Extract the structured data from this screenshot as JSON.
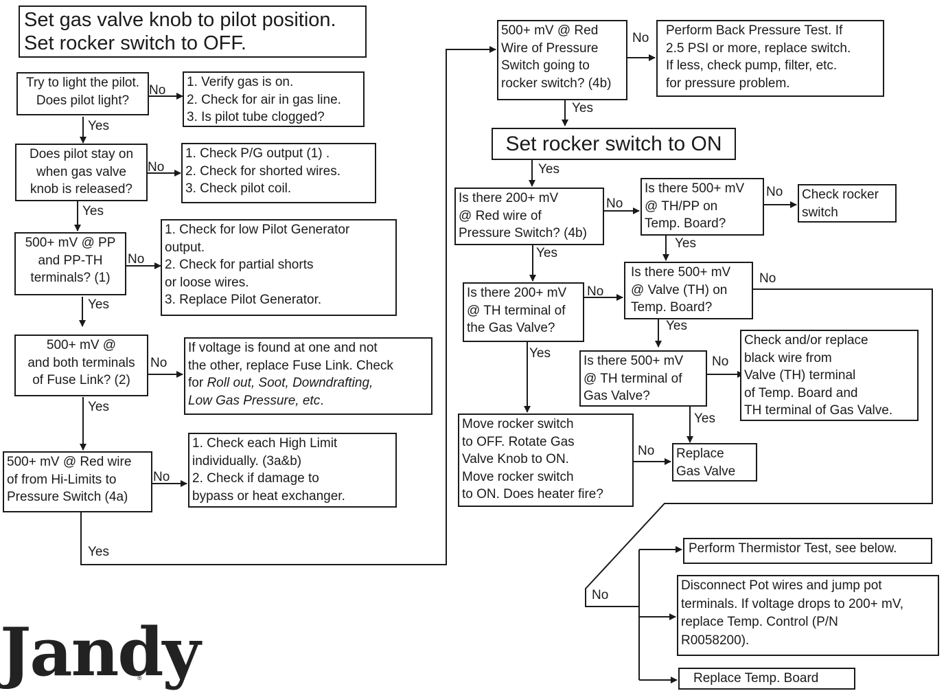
{
  "title_box": "Set gas valve knob to pilot position.\nSet rocker switch to OFF.",
  "left_column": {
    "q1": "Try to light the pilot.\nDoes pilot light?",
    "a1": "1. Verify gas is on.\n2. Check for air in gas line.\n3. Is pilot tube clogged?",
    "q2": "Does pilot stay on\nwhen gas valve\nknob is released?",
    "a2": "1. Check P/G output (1) .\n2. Check for shorted wires.\n3. Check pilot coil.",
    "q3": "500+ mV @ PP\nand PP-TH\nterminals? (1)",
    "a3": "   1. Check for low Pilot Generator\noutput.\n   2. Check for partial shorts\nor loose wires.\n   3. Replace Pilot Generator.",
    "q4": "500+ mV @\nand both terminals\nof Fuse Link? (2)",
    "a4_line1": "If voltage is found at one and not",
    "a4_line2": "the other, replace Fuse Link. Check",
    "a4_for": "for ",
    "a4_italic1": "Roll out, Soot, Downdrafting,",
    "a4_italic2": "Low Gas Pressure, etc",
    "a4_end": ".",
    "q5": "500+ mV @ Red wire\nof from Hi-Limits to\nPressure Switch (4a)",
    "a5": "   1. Check each High Limit\nindividually.  (3a&b)\n   2. Check if damage to\nbypass or heat exchanger."
  },
  "right_column": {
    "q6": "500+ mV @ Red\nWire of Pressure\nSwitch going to\nrocker switch? (4b)",
    "a6": "Perform Back Pressure Test. If\n2.5 PSI or more, replace switch.\nIf less, check pump, filter, etc.\nfor pressure problem.",
    "rocker_on": "Set rocker switch to ON",
    "q7": "Is there 200+ mV\n@ Red wire of\nPressure Switch? (4b)",
    "q8": "Is there 500+ mV\n@ TH/PP on\nTemp. Board?",
    "a8": "Check rocker\nswitch",
    "q9": "Is there 500+ mV\n@ Valve (TH) on\nTemp. Board?",
    "q10": "Is there 200+ mV\n@ TH terminal of\nthe Gas Valve?",
    "a10": "Check and/or replace\nblack wire from\nValve (TH) terminal\nof Temp. Board and\nTH terminal of Gas Valve.",
    "q11": "Is there 500+ mV\n@ TH terminal of\nGas Valve?",
    "q12": "  Move rocker switch\n  to OFF. Rotate Gas\n  Valve Knob to ON.\n  Move rocker switch\n  to ON. Does heater fire?",
    "replace_valve": "Replace\nGas Valve",
    "thermistor": "Perform Thermistor Test, see below.",
    "pot": "Disconnect Pot wires and jump pot\nterminals. If voltage drops to 200+ mV,\nreplace Temp. Control (P/N\nR0058200).",
    "replace_board": "Replace Temp. Board"
  },
  "labels": {
    "yes": "Yes",
    "no": "No"
  },
  "logo": {
    "text": "Jandy",
    "mark": "®"
  }
}
